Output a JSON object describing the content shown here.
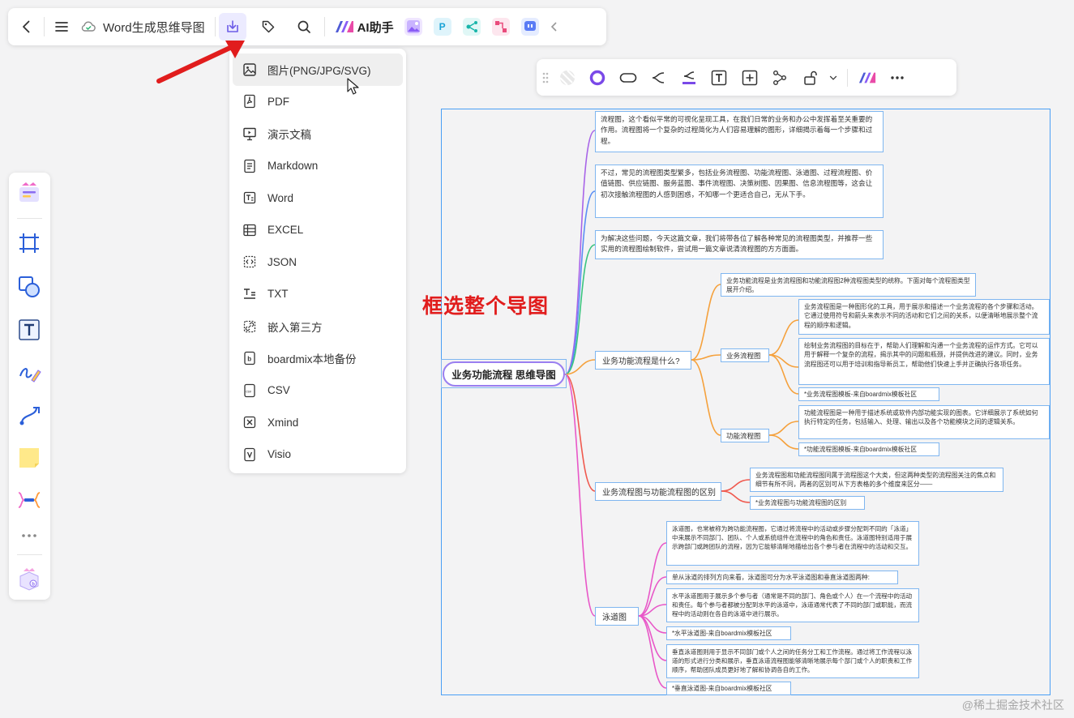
{
  "toolbar": {
    "doc_title": "Word生成思维导图",
    "ai_label": "AI助手",
    "icons": [
      "back-icon",
      "menu-icon",
      "cloud-synced-icon",
      "export-icon",
      "tag-icon",
      "search-icon",
      "ai-assistant-icon",
      "image-gen-app-icon",
      "p-app-icon",
      "mindmap-app-icon",
      "flow-app-icon",
      "chat-app-icon",
      "collapse-icon"
    ]
  },
  "export_menu": {
    "items": [
      {
        "label": "图片(PNG/JPG/SVG)",
        "icon": "image-icon"
      },
      {
        "label": "PDF",
        "icon": "pdf-icon"
      },
      {
        "label": "演示文稿",
        "icon": "presentation-icon"
      },
      {
        "label": "Markdown",
        "icon": "markdown-icon"
      },
      {
        "label": "Word",
        "icon": "word-icon"
      },
      {
        "label": "EXCEL",
        "icon": "excel-icon"
      },
      {
        "label": "JSON",
        "icon": "json-icon"
      },
      {
        "label": "TXT",
        "icon": "txt-icon"
      },
      {
        "label": "嵌入第三方",
        "icon": "embed-icon"
      },
      {
        "label": "boardmix本地备份",
        "icon": "backup-icon"
      },
      {
        "label": "CSV",
        "icon": "csv-icon"
      },
      {
        "label": "Xmind",
        "icon": "xmind-icon"
      },
      {
        "label": "Visio",
        "icon": "visio-icon"
      }
    ]
  },
  "annotation": "框选整个导图",
  "watermark": "@稀土掘金技术社区",
  "colors": {
    "accent": "#6c5ce7",
    "selection": "#4a9ff5",
    "arrow": "#e11d1d"
  },
  "mindmap": {
    "root": "业务功能流程 思维导图",
    "intro": [
      "流程图，这个看似平常的可视化呈现工具，在我们日常的业务和办公中发挥着至关重要的作用。流程图将一个复杂的过程简化为人们容易理解的图形，详细揭示着每一个步骤和过程。",
      "不过，常见的流程图类型繁多，包括业务流程图、功能流程图、泳道图、过程流程图、价值链图、供应链图、服务蓝图、事件流程图、决策树图、因果图、信息流程图等，这会让初次接触流程图的人感到困惑，不知哪一个更适合自己，无从下手。",
      "为解决这些问题，今天这篇文章，我们将带各位了解各种常见的流程图类型，并推荐一些实用的流程图绘制软件，尝试用一篇文章说清流程图的方方面面。"
    ],
    "b1": {
      "label": "业务功能流程是什么?",
      "desc": "业务功能流程是业务流程图和功能流程图2种流程图类型的统称。下面对每个流程图类型展开介绍。",
      "s1": {
        "label": "业务流程图",
        "t1": "业务流程图是一种图形化的工具，用于展示和描述一个业务流程的各个步骤和活动。它通过使用符号和箭头来表示不同的活动和它们之间的关系，以便清晰地展示整个流程的顺序和逻辑。",
        "t2": "绘制业务流程图的目标在于，帮助人们理解和沟通一个业务流程的运作方式。它可以用于解释一个复杂的流程，揭示其中的问题和瓶颈，并提供改进的建议。同时，业务流程图还可以用于培训和指导新员工，帮助他们快速上手并正确执行各项任务。",
        "t3": "*业务流程图模板-来自boardmix模板社区"
      },
      "s2": {
        "label": "功能流程图",
        "t1": "功能流程图是一种用于描述系统或软件内部功能实现的图表。它详细展示了系统如何执行特定的任务，包括输入、处理、输出以及各个功能模块之间的逻辑关系。",
        "t2": "*功能流程图模板-来自boardmix模板社区"
      }
    },
    "b2": {
      "label": "业务流程图与功能流程图的区别",
      "t1": "业务流程图和功能流程图同属于流程图这个大类，但这两种类型的流程图关注的焦点和细节有所不同，两者的区别可从下方表格的多个维度来区分——",
      "t2": "*业务流程图与功能流程图的区别"
    },
    "b3": {
      "label": "泳道图",
      "t1": "泳道图，也常被称为跨功能流程图，它通过将流程中的活动或步骤分配到不同的「泳道」中来展示不同部门、团队、个人或系统组件在流程中的角色和责任。泳道图特别适用于展示跨部门或跨团队的流程，因为它能够清晰地描绘出各个参与者在流程中的活动和交互。",
      "t2": "单从泳道的排列方向来看，泳道图可分为水平泳道图和垂直泳道图两种:",
      "t3": "水平泳道图用于展示多个参与者（通常是不同的部门、角色或个人）在一个流程中的活动和责任。每个参与者都被分配到水平的泳道中，泳道通常代表了不同的部门或职能，而流程中的活动则在各自的泳道中进行展示。",
      "t4": "*水平泳道图-来自boardmix模板社区",
      "t5": "垂直泳道图则用于显示不同部门或个人之间的任务分工和工作流程。通过将工作流程以泳道的形式进行分类和展示，垂直泳道流程图能够清晰地展示每个部门或个人的职责和工作顺序，帮助团队成员更好地了解和协调各自的工作。",
      "t6": "*垂直泳道图-来自boardmix模板社区"
    }
  }
}
